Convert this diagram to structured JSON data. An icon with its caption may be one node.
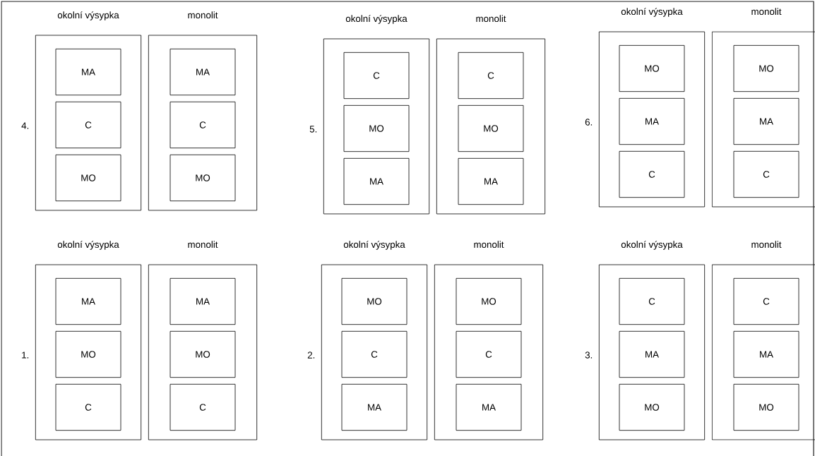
{
  "diagram": {
    "nodes": [
      {
        "text": [
          "okolní výsypka"
        ]
      },
      {
        "text": [
          "MA"
        ],
        "in": 0
      },
      {
        "text": [
          "C"
        ],
        "in": 0
      },
      {
        "text": [
          "MO"
        ],
        "in": 0
      },
      {
        "text": [
          "monolit"
        ]
      },
      {
        "text": [
          "MA"
        ],
        "in": 4
      },
      {
        "text": [
          "C"
        ],
        "in": 4
      },
      {
        "text": [
          "MO"
        ],
        "in": 4
      },
      {
        "text": [
          "okolní výsypka"
        ]
      },
      {
        "text": [
          "C"
        ],
        "in": 8
      },
      {
        "text": [
          "MO"
        ],
        "in": 8
      },
      {
        "text": [
          "MA"
        ],
        "in": 8
      },
      {
        "text": [
          "monolit"
        ]
      },
      {
        "text": [
          "C"
        ],
        "in": 12
      },
      {
        "text": [
          "MO"
        ],
        "in": 12
      },
      {
        "text": [
          "MA"
        ],
        "in": 12
      },
      {
        "text": [
          "okolní výsypka"
        ]
      },
      {
        "text": [
          "MO"
        ],
        "in": 16
      },
      {
        "text": [
          "MA"
        ],
        "in": 16
      },
      {
        "text": [
          "C"
        ],
        "in": 16
      },
      {
        "text": [
          "monolit"
        ]
      },
      {
        "text": [
          "MO"
        ],
        "in": 20
      },
      {
        "text": [
          "MA"
        ],
        "in": 20
      },
      {
        "text": [
          "C"
        ],
        "in": 20
      },
      {
        "text": [
          "okolní výsypka"
        ]
      },
      {
        "text": [
          "MA"
        ],
        "in": 24
      },
      {
        "text": [
          "MO"
        ],
        "in": 24
      },
      {
        "text": [
          "C"
        ],
        "in": 24
      },
      {
        "text": [
          "monolit"
        ]
      },
      {
        "text": [
          "MA"
        ],
        "in": 28
      },
      {
        "text": [
          "MO"
        ],
        "in": 28
      },
      {
        "text": [
          "C"
        ],
        "in": 28
      },
      {
        "text": [
          "okolní výsypka"
        ]
      },
      {
        "text": [
          "MO"
        ],
        "in": 32
      },
      {
        "text": [
          "C"
        ],
        "in": 32
      },
      {
        "text": [
          "MA"
        ],
        "in": 32
      },
      {
        "text": [
          "monolit"
        ]
      },
      {
        "text": [
          "MO"
        ],
        "in": 36
      },
      {
        "text": [
          "C"
        ],
        "in": 36
      },
      {
        "text": [
          "MA"
        ],
        "in": 36
      },
      {
        "text": [
          "okolní výsypka"
        ]
      },
      {
        "text": [
          "C"
        ],
        "in": 40
      },
      {
        "text": [
          "MA"
        ],
        "in": 40
      },
      {
        "text": [
          "MO"
        ],
        "in": 40
      },
      {
        "text": [
          "monolit"
        ]
      },
      {
        "text": [
          "C"
        ],
        "in": 44
      },
      {
        "text": [
          "MA"
        ],
        "in": 44
      },
      {
        "text": [
          "MO"
        ],
        "in": 44
      }
    ],
    "labels": [
      "4.",
      "5.",
      "6.",
      "1.",
      "2.",
      "3."
    ]
  }
}
